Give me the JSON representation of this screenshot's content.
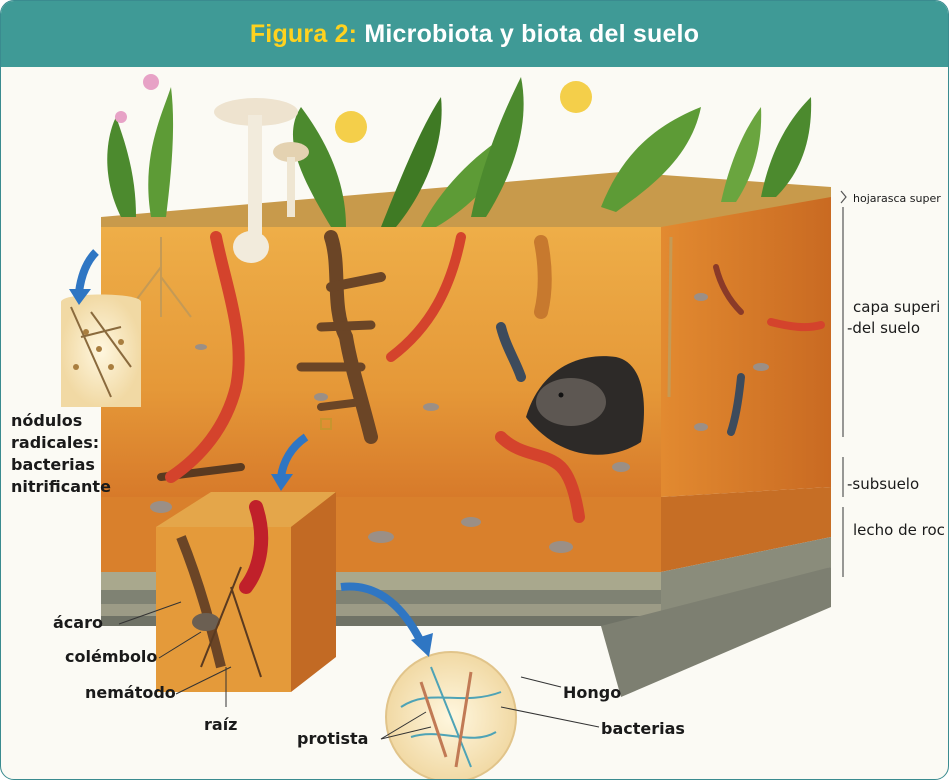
{
  "figure": {
    "title_prefix": "Figura 2:",
    "title_text": "Microbiota y biota del suelo"
  },
  "layer_labels": {
    "hojarasca": "hojarasca super",
    "capa_line1": "capa superi",
    "capa_line2": "-del suelo",
    "subsuelo": "-subsuelo",
    "lecho": "lecho de roc"
  },
  "organism_labels": {
    "nodulos_line1": "nódulos",
    "nodulos_line2": "radicales:",
    "nodulos_line3": "bacterias",
    "nodulos_line4": "nitrificante",
    "acaro": "ácaro",
    "colembolo": "colémbolo",
    "nematodo": "nemátodo",
    "raiz": "raíz",
    "protista": "protista",
    "hongo": "Hongo",
    "bacterias": "bacterias"
  },
  "colors": {
    "title_bar": "#3f9a96",
    "title_prefix": "#ffd21f",
    "soil_top": "#e9a23c",
    "soil_deep": "#d7782a",
    "rock": "#8d8f7f",
    "grass": "#4c8a2e",
    "worm": "#d4432c"
  }
}
